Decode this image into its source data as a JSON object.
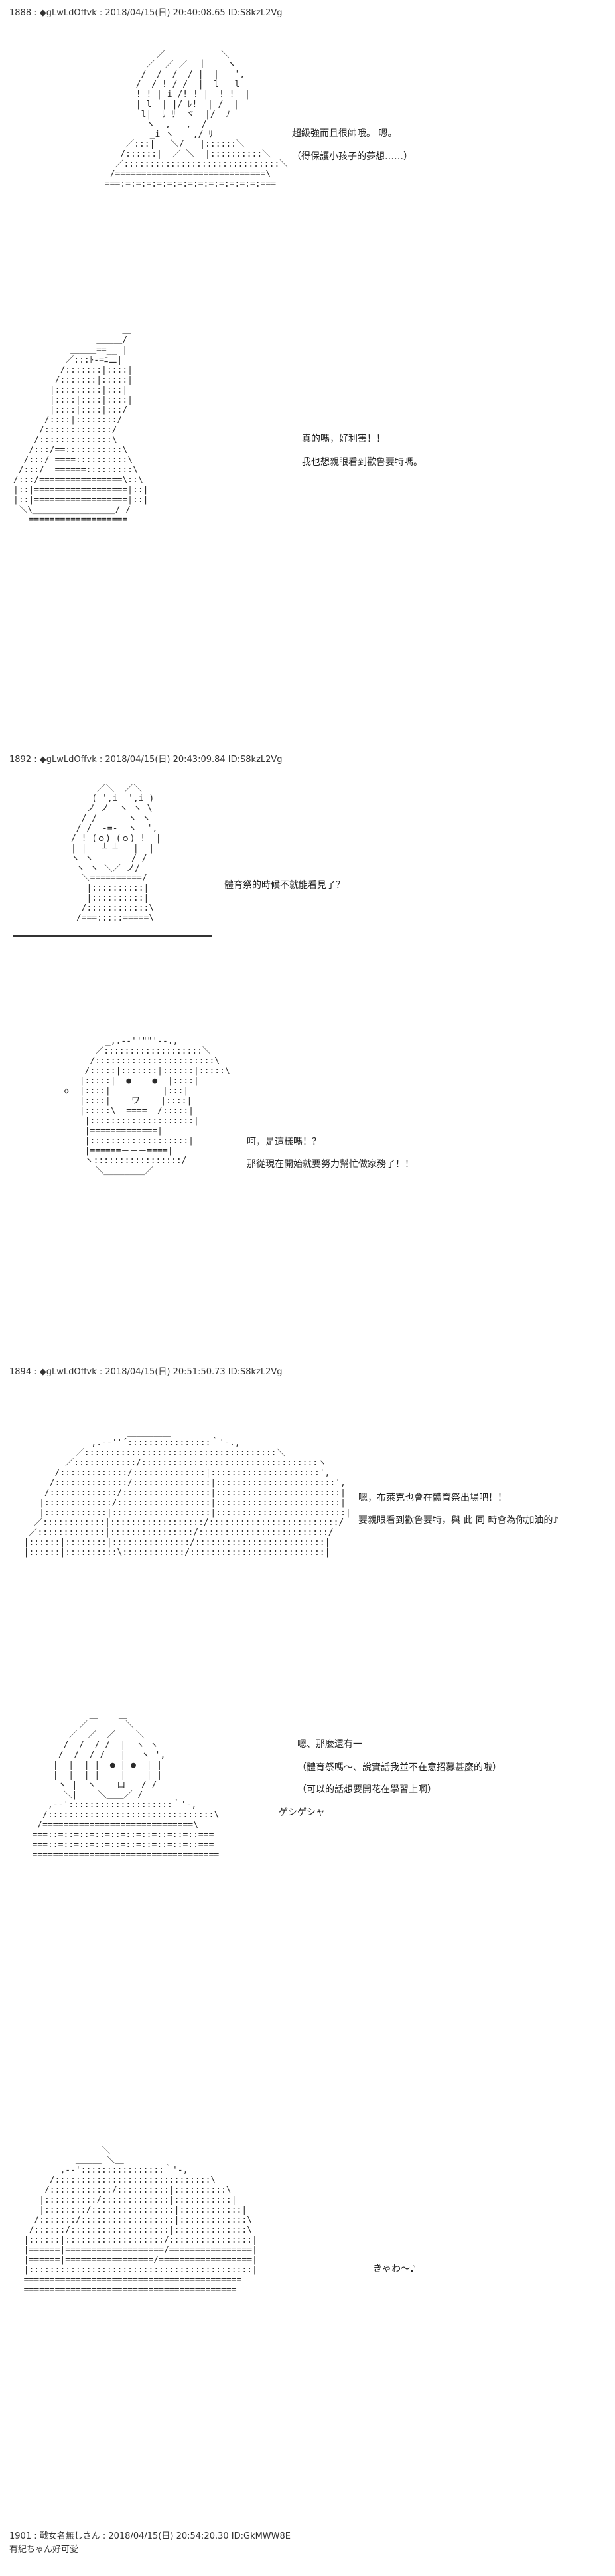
{
  "posts": [
    {
      "header": "1888 : ◆gLwLdOffvk : 2018/04/15(日) 20:40:08.65 ID:S8kzL2Vg",
      "panels": [
        {
          "lines": [
            "超級強而且很帥哦。 嗯。",
            "（得保護小孩子的夢想……）"
          ],
          "art": "              ＿   ￣  ＿\n           ／    ＿     ＼\n         ／  ／ ／  ｜    ヽ\n        /  /  /  / |  |   ',\n       /  / ! / /  |  l   l\n       ! ! | i /! ! |  ! !  |\n       | l  | |/ ﾚ!  | /  |\n        l|  ﾘ ﾘ  ヾ  |/  ﾉ\n         ヽ  ,   ,  /\n       ＿ _i ヽ ＿ ,/ ﾘ ＿＿\n     ／:::|   ＼/   |::::::＼\n    /::::::|  ／ ＼  |::::::::::＼\n   ／::::::::::::::::::::::::::::::＼\n  /=============================\\\n ===:=:=:=:=:=:=:=:=:=:=:=:=:=:==="
        },
        {
          "lines": [
            "真的嗎，好利害！！",
            "我也想親眼看到歡鲁要特嗎。"
          ],
          "art": "                     ＿\n                ＿＿＿/ ｜\n           ＿＿＿==__ |\n          ／:::ﾄ-=ﾆ二|\n         /:::::::|::::|\n        /:::::::|:::::|\n       |:::::::::|:::|\n       |::::|::::|::::|\n       |::::|::::|:::/\n      /::::|::::::::/\n     /:::::::::::::/\n    /::::::::::::::\\\n   /:::/==:::::::::::\\\n  /:::/ ====::::::::::\\\n /:::/  ======:::::::::\\\n/:::/================\\::\\\n|::|==================|::|\n|::|==================|::|\n ＼\\________________/ /\n   ==================="
        }
      ]
    },
    {
      "header": "1892 : ◆gLwLdOffvk : 2018/04/15(日) 20:43:09.84 ID:S8kzL2Vg",
      "panels": [
        {
          "lines": [
            "體育祭的時候不就能看見了？"
          ],
          "art": "           ／＼  ／＼\n          ( ',i  ',i )\n         ノ ノ  ヽ ヽ \\\n        / /      ヽ ヽ\n       / /  -=-  ヽ  ',\n      / ! (ｏ) (ｏ) !  |\n      | |   ┴ ┴   |  |\n      ヽ ヽ  ＿＿  / /\n       ヽ ヽ ＼／ ノ/\n        ＼==========/\n         |::::::::::|\n         |::::::::::|\n        /::::::::::::\\\n       /===:::::=====\\"
        },
        {
          "lines": [
            "呵，是這樣嗎！？",
            "那從現在開始就要努力幫忙做家務了！！"
          ],
          "art": "            _,.-‐''\"\"'‐-.,\n          ／:::::::::::::::::::＼\n         /:::::::::::::::::::::::\\\n        /:::::|:::::::|::::::|:::::\\\n       |:::::|  ●    ●  |::::|\n    ◇  |::::|          |:::|\n       |::::|    ワ    |::::|\n       |:::::\\  ====  /:::::|\n        |::::::::::::::::::::|\n        |=============|\n        |:::::::::::::::::::|\n        |======＝＝＝====|\n        ヽ:::::::::::::::::/\n          ＼________／"
        }
      ]
    },
    {
      "header": "1894 : ◆gLwLdOffvk : 2018/04/15(日) 20:51:50.73 ID:S8kzL2Vg",
      "panels": [
        {
          "lines": [
            "嗯，布萊克也會在體育祭出場吧！！",
            "要親眼看到歡鲁要特，與 此 同 時會為你加油的♪"
          ],
          "art": "                      ＿＿＿＿＿\n               ,.-‐''´::::::::::::::::｀'‐.,\n            ／:::::::::::::::::::::::::::::::::::::＼\n          ／::::::::::::/::::::::::::::::::::::::::::::::::ヽ\n        /:::::::::::::/::::::::::::::|:::::::::::::::::::::',\n       /::::::::::::::/:::::::::::::::|:::::::::::::::::::::::',\n      /:::::::::::::/:::::::::::::::::|::::::::::::::::::::::::|\n     |:::::::::::::/::::::::::::::::::|::::::::::::::::::::::::|\n     |::::::::::::|:::::::::::::::::::|:::::::::::::::::::::::::|\n    ／::::::::::::|::::::::::::::::::/:::::::::::::::::::::::::/\n   ／:::::::::::::|::::::::::::::::/:::::::::::::::::::::::::/\n  |::::::|::::::::|:::::::::::::::/:::::::::::::::::::::::::|\n  |::::::|::::::::::\\::::::::::::/::::::::::::::::::::::::::|"
        },
        {
          "lines": [
            "嗯、那麼還有一",
            "（體育祭嗎～、說實話我並不在意招募甚麼的啦）",
            "（可以的話想要開花在學習上啊）",
            "ゲシゲシャ"
          ],
          "art": "              ＿    ＿\n            ／  ￣￣  ＼\n          ／  ／  ／    ＼\n         /  /  / /  |  ヽ ヽ\n        /  /  / /   |   ヽ ',\n       |  |  | |  ● | ●  | |\n       |  |  | |    |    | |\n        ヽ |  ヽ    ロ   / /\n         ＼|    ＼＿＿／ /\n      ,-‐'::::::::::::::::::::｀'‐,\n     /::::::::::::::::::::::::::::::::\\\n    /=============================\\\n   ===::=::=::=::=::=::=::=::=::=::===\n   ===::=::=::=::=::=::=::=::=::=::===\n   ===================================="
        },
        {
          "lines": [
            "きゃわ～♪"
          ],
          "art": "                 ＼\n            ＿＿＿ ＼＿\n         ,-‐'::::::::::::::::｀'‐,\n       /::::::::::::::::::::::::::::::\\\n      /::::::::::::/::::::::::|::::::::::\\\n     |::::::::::/:::::::::::::|:::::::::::|\n     |::::::::/::::::::::::::::|::::::::::::|\n    /:::::::/::::::::::::::::::|:::::::::::::\\\n   /::::::/:::::::::::::::::::|::::::::::::::\\\n  |::::::|:::::::::::::::::::/::::::::::::::::|\n  |======|===================/================|\n  |======|=================/==================|\n  |:::::::::::::::::::::::::::::::::::::::::::|\n  ==========================================\n  ========================================="
        }
      ]
    }
  ],
  "footer": {
    "line1": "1901 : 戰女名無しさん : 2018/04/15(日) 20:54:20.30 ID:GkMWW8E",
    "line2": "有紀ちゃん好可愛"
  }
}
